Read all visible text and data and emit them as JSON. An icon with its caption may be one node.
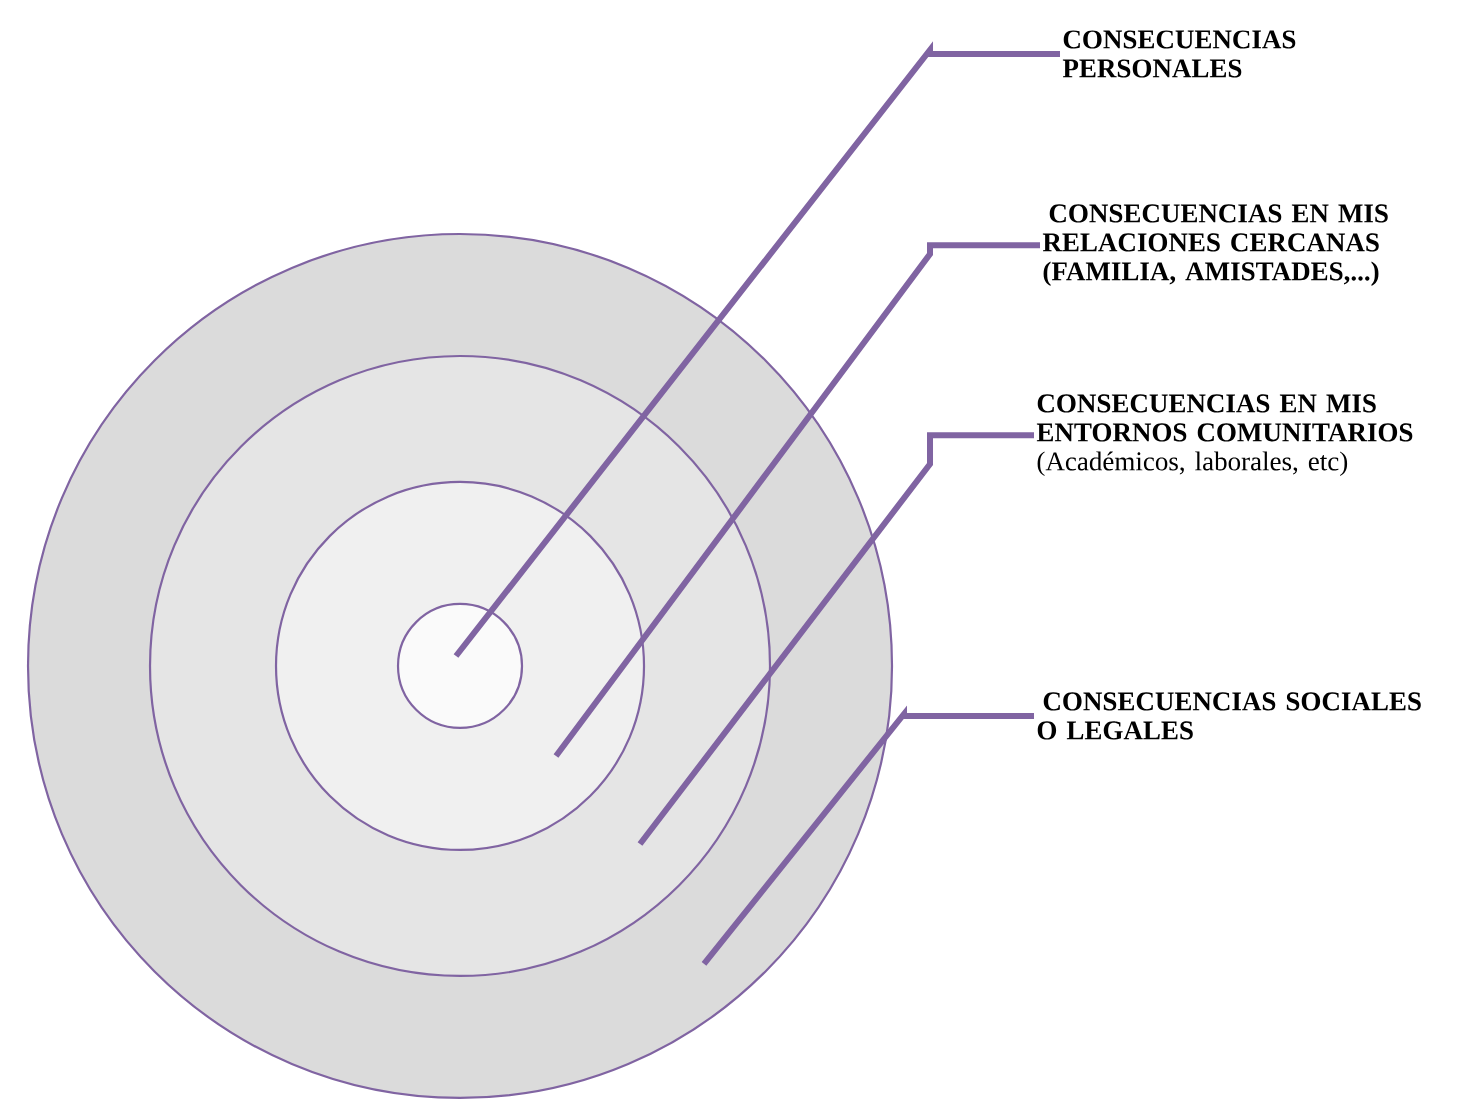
{
  "diagram": {
    "nodes": [
      {
        "text": [],
        "shape": "circle"
      },
      {
        "text": [],
        "shape": "circle",
        "in": 0
      },
      {
        "text": [],
        "shape": "circle",
        "in": 1
      },
      {
        "text": [],
        "shape": "circle",
        "in": 2
      },
      {
        "text": [
          "CONSECUENCIAS PERSONALES"
        ]
      },
      {
        "text": [
          "CONSECUENCIAS EN MIS RELACIONES CERCANAS (FAMILIA, AMISTADES,...)"
        ]
      },
      {
        "text": [
          "**CONSECUENCIAS EN MIS ENTORNOS COMUNITARIOS** (Académicos, laborales, etc)"
        ]
      },
      {
        "text": [
          "CONSECUENCIAS SOCIALES O LEGALES"
        ]
      }
    ],
    "edges": [
      {
        "from": 4,
        "to": 3,
        "arrow": "none"
      },
      {
        "from": 5,
        "to": 2,
        "arrow": "none"
      },
      {
        "from": 6,
        "to": 1,
        "arrow": "none"
      },
      {
        "from": 7,
        "to": 0,
        "arrow": "none"
      }
    ]
  }
}
